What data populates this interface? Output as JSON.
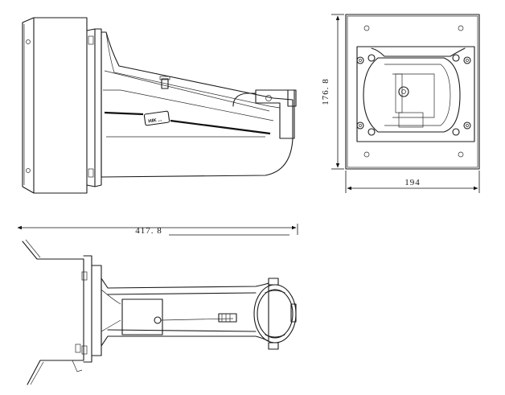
{
  "dimensions": {
    "height": "176. 8",
    "width": "194",
    "length": "417. 8"
  },
  "logo_text": "HIK ... "
}
